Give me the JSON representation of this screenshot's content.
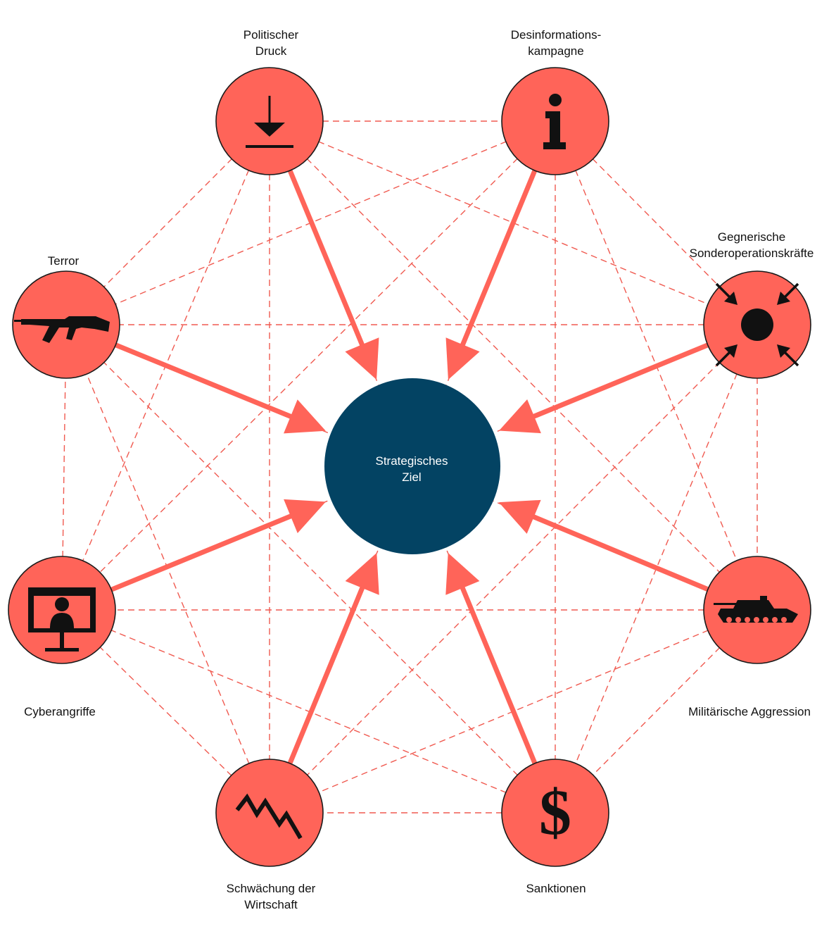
{
  "center": {
    "line1": "Strategisches",
    "line2": "Ziel"
  },
  "nodes": [
    {
      "id": "politischer-druck",
      "label1": "Politischer",
      "label2": "Druck",
      "icon": "down-arrow-to-line-icon"
    },
    {
      "id": "desinformation",
      "label1": "Desinformations-",
      "label2": "kampagne",
      "icon": "info-icon"
    },
    {
      "id": "sonderoperationen",
      "label1": "Gegnerische",
      "label2": "Sonderoperationskräfte",
      "icon": "target-converge-icon"
    },
    {
      "id": "militaer",
      "label1": "Militärische Aggression",
      "label2": "",
      "icon": "tank-icon"
    },
    {
      "id": "sanktionen",
      "label1": "Sanktionen",
      "label2": "",
      "icon": "dollar-icon"
    },
    {
      "id": "wirtschaft",
      "label1": "Schwächung der",
      "label2": "Wirtschaft",
      "icon": "zigzag-decline-icon"
    },
    {
      "id": "cyber",
      "label1": "Cyberangriffe",
      "label2": "",
      "icon": "hacker-monitor-icon"
    },
    {
      "id": "terror",
      "label1": "Terror",
      "label2": "",
      "icon": "rifle-icon"
    }
  ],
  "colors": {
    "node_fill": "#ff6459",
    "center_fill": "#034363",
    "line": "#f05a50",
    "icon": "#111111"
  }
}
